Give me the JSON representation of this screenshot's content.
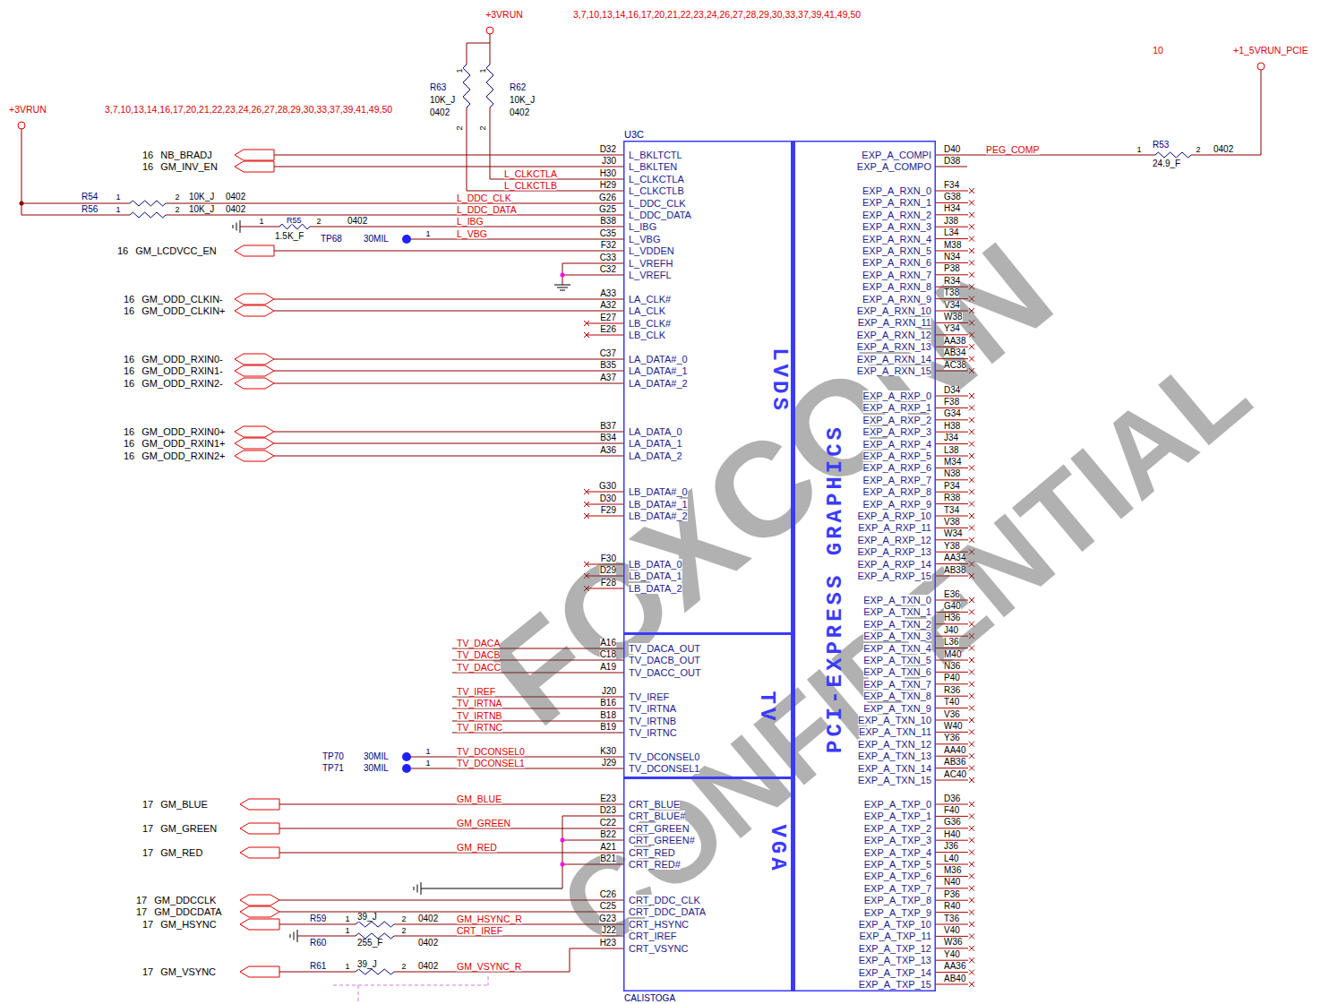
{
  "diagram": {
    "nodes": [
      {
        "text": [
          "U3C",
          "CALISTOGA"
        ]
      },
      {
        "text": [
          "LVDS"
        ],
        "in": 0
      },
      {
        "text": [
          "TV"
        ],
        "in": 0
      },
      {
        "text": [
          "VGA"
        ],
        "in": 0
      },
      {
        "text": [
          "PCI-EXPRESS GRAPHICS"
        ],
        "in": 0
      }
    ],
    "labels": [
      "FOXCONN",
      "CONFIDENTIAL",
      "+3VRUN",
      "3,7,10,13,14,16,17,20,21,22,23,24,26,27,28,29,30,33,37,39,41,49,50",
      "R63",
      "10K_J",
      "0402",
      "1",
      "2",
      "R62",
      "10K_J",
      "0402",
      "1",
      "2",
      "+3VRUN",
      "3,7,10,13,14,16,17,20,21,22,23,24,26,27,28,29,30,33,37,39,41,49,50",
      "10",
      "+1_5VRUN_PCIE",
      "16 NB_BRADJ",
      "16 GM_INV_EN",
      "R54",
      "1",
      "2",
      "10K_J",
      "0402",
      "R56",
      "1",
      "2",
      "10K_J",
      "0402",
      "R55",
      "1",
      "2",
      "1.5K_F",
      "0402",
      "TP68",
      "30MIL",
      "1",
      "16 GM_LCDVCC_EN",
      "16 GM_ODD_CLKIN-",
      "16 GM_ODD_CLKIN+",
      "16 GM_ODD_RXIN0-",
      "16 GM_ODD_RXIN1-",
      "16 GM_ODD_RXIN2-",
      "16 GM_ODD_RXIN0+",
      "16 GM_ODD_RXIN1+",
      "16 GM_ODD_RXIN2+",
      "L_CLKCTLA",
      "L_CLKCTLB",
      "L_DDC_CLK",
      "L_DDC_DATA",
      "L_IBG",
      "L_VBG",
      "D32",
      "L_BKLTCTL",
      "J30",
      "L_BKLTEN",
      "H30",
      "L_CLKCTLA",
      "H29",
      "L_CLKCTLB",
      "G26",
      "L_DDC_CLK",
      "G25",
      "L_DDC_DATA",
      "B38",
      "L_IBG",
      "C35",
      "L_VBG",
      "F32",
      "L_VDDEN",
      "C33",
      "L_VREFH",
      "C32",
      "L_VREFL",
      "A33",
      "LA_CLK#",
      "A32",
      "LA_CLK",
      "E27",
      "LB_CLK#",
      "E26",
      "LB_CLK",
      "C37",
      "LA_DATA#_0",
      "B35",
      "LA_DATA#_1",
      "A37",
      "LA_DATA#_2",
      "B37",
      "LA_DATA_0",
      "B34",
      "LA_DATA_1",
      "A36",
      "LA_DATA_2",
      "G30",
      "LB_DATA#_0",
      "D30",
      "LB_DATA#_1",
      "F29",
      "LB_DATA#_2",
      "F30",
      "LB_DATA_0",
      "D29",
      "LB_DATA_1",
      "F28",
      "LB_DATA_2",
      "TV_DACA",
      "A16",
      "TV_DACA_OUT",
      "TV_DACB",
      "C18",
      "TV_DACB_OUT",
      "TV_DACC",
      "A19",
      "TV_DACC_OUT",
      "TV_IREF",
      "J20",
      "TV_IREF",
      "TV_IRTNA",
      "B16",
      "TV_IRTNA",
      "TV_IRTNB",
      "B18",
      "TV_IRTNB",
      "TV_IRTNC",
      "B19",
      "TV_IRTNC",
      "TV_DCONSEL0",
      "K30",
      "TV_DCONSEL0",
      "TV_DCONSEL1",
      "J29",
      "TV_DCONSEL1",
      "TP70",
      "30MIL",
      "1",
      "TP71",
      "30MIL",
      "1",
      "17 GM_BLUE",
      "17 GM_GREEN",
      "17 GM_RED",
      "17 GM_DDCCLK",
      "17 GM_DDCDATA",
      "17 GM_HSYNC",
      "17 GM_VSYNC",
      "GM_BLUE",
      "GM_GREEN",
      "GM_RED",
      "GM_HSYNC_R",
      "CRT_IREF",
      "GM_VSYNC_R",
      "E23",
      "CRT_BLUE",
      "D23",
      "CRT_BLUE#",
      "C22",
      "CRT_GREEN",
      "B22",
      "CRT_GREEN#",
      "A21",
      "CRT_RED",
      "B21",
      "CRT_RED#",
      "C26",
      "CRT_DDC_CLK",
      "C25",
      "CRT_DDC_DATA",
      "G23",
      "CRT_HSYNC",
      "J22",
      "CRT_IREF",
      "H23",
      "CRT_VSYNC",
      "R59",
      "1",
      "39_J",
      "2",
      "0402",
      "R60",
      "1",
      "255_F",
      "2",
      "0402",
      "R61",
      "1",
      "39_J",
      "2",
      "0402",
      "EXP_A_COMPI",
      "EXP_A_COMPO",
      "D40",
      "D38",
      "PEG_COMP",
      "1",
      "R53",
      "2",
      "24.9_F",
      "0402",
      "F34",
      "EXP_A_RXN_0",
      "G38",
      "EXP_A_RXN_1",
      "H34",
      "EXP_A_RXN_2",
      "J38",
      "EXP_A_RXN_3",
      "L34",
      "EXP_A_RXN_4",
      "M38",
      "EXP_A_RXN_5",
      "N34",
      "EXP_A_RXN_6",
      "P38",
      "EXP_A_RXN_7",
      "R34",
      "EXP_A_RXN_8",
      "T38",
      "EXP_A_RXN_9",
      "V34",
      "EXP_A_RXN_10",
      "W38",
      "EXP_A_RXN_11",
      "Y34",
      "EXP_A_RXN_12",
      "AA38",
      "EXP_A_RXN_13",
      "AB34",
      "EXP_A_RXN_14",
      "AC38",
      "EXP_A_RXN_15",
      "D34",
      "EXP_A_RXP_0",
      "F38",
      "EXP_A_RXP_1",
      "G34",
      "EXP_A_RXP_2",
      "H38",
      "EXP_A_RXP_3",
      "J34",
      "EXP_A_RXP_4",
      "L38",
      "EXP_A_RXP_5",
      "M34",
      "EXP_A_RXP_6",
      "N38",
      "EXP_A_RXP_7",
      "P34",
      "EXP_A_RXP_8",
      "R38",
      "EXP_A_RXP_9",
      "T34",
      "EXP_A_RXP_10",
      "V38",
      "EXP_A_RXP_11",
      "W34",
      "EXP_A_RXP_12",
      "Y38",
      "EXP_A_RXP_13",
      "AA34",
      "EXP_A_RXP_14",
      "AB38",
      "EXP_A_RXP_15",
      "E36",
      "EXP_A_TXN_0",
      "G40",
      "EXP_A_TXN_1",
      "H36",
      "EXP_A_TXN_2",
      "J40",
      "EXP_A_TXN_3",
      "L36",
      "EXP_A_TXN_4",
      "M40",
      "EXP_A_TXN_5",
      "N36",
      "EXP_A_TXN_6",
      "P40",
      "EXP_A_TXN_7",
      "R36",
      "EXP_A_TXN_8",
      "T40",
      "EXP_A_TXN_9",
      "V36",
      "EXP_A_TXN_10",
      "W40",
      "EXP_A_TXN_11",
      "Y36",
      "EXP_A_TXN_12",
      "AA40",
      "EXP_A_TXN_13",
      "AB36",
      "EXP_A_TXN_14",
      "AC40",
      "EXP_A_TXN_15",
      "D36",
      "EXP_A_TXP_0",
      "F40",
      "EXP_A_TXP_1",
      "G36",
      "EXP_A_TXP_2",
      "H40",
      "EXP_A_TXP_3",
      "J36",
      "EXP_A_TXP_4",
      "L40",
      "EXP_A_TXP_5",
      "M36",
      "EXP_A_TXP_6",
      "N40",
      "EXP_A_TXP_7",
      "P36",
      "EXP_A_TXP_8",
      "R40",
      "EXP_A_TXP_9",
      "T36",
      "EXP_A_TXP_10",
      "V40",
      "EXP_A_TXP_11",
      "W36",
      "EXP_A_TXP_12",
      "Y40",
      "EXP_A_TXP_13",
      "AA36",
      "EXP_A_TXP_14",
      "AB40",
      "EXP_A_TXP_15"
    ]
  }
}
